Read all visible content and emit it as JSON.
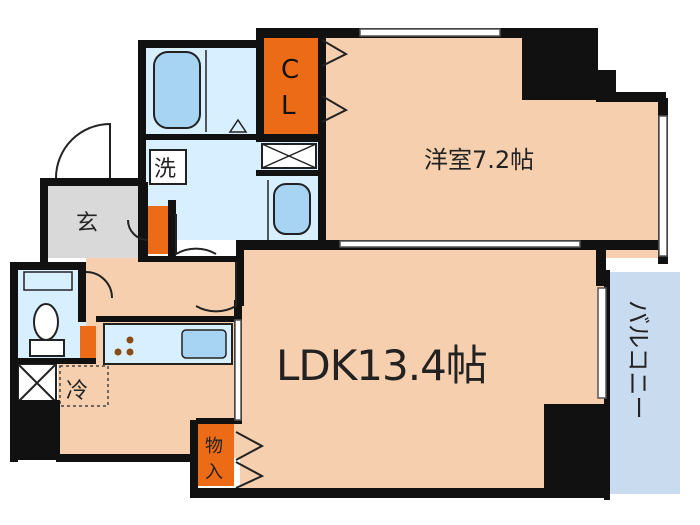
{
  "rooms": {
    "western": "洋室7.2帖",
    "ldk": "LDK13.4帖",
    "balcony": "バルコニー",
    "entrance": "玄",
    "laundry": "洗",
    "fridge": "冷",
    "closet_c": "C",
    "closet_l": "L",
    "storage_1": "物",
    "storage_2": "入"
  },
  "colors": {
    "room_fill": "#f6cfae",
    "wet_fill": "#d7efff",
    "floor_gray": "#d9d9d9",
    "closet_orange": "#ec6b16",
    "balcony_fill": "#c9dbee",
    "wall": "#111111"
  }
}
